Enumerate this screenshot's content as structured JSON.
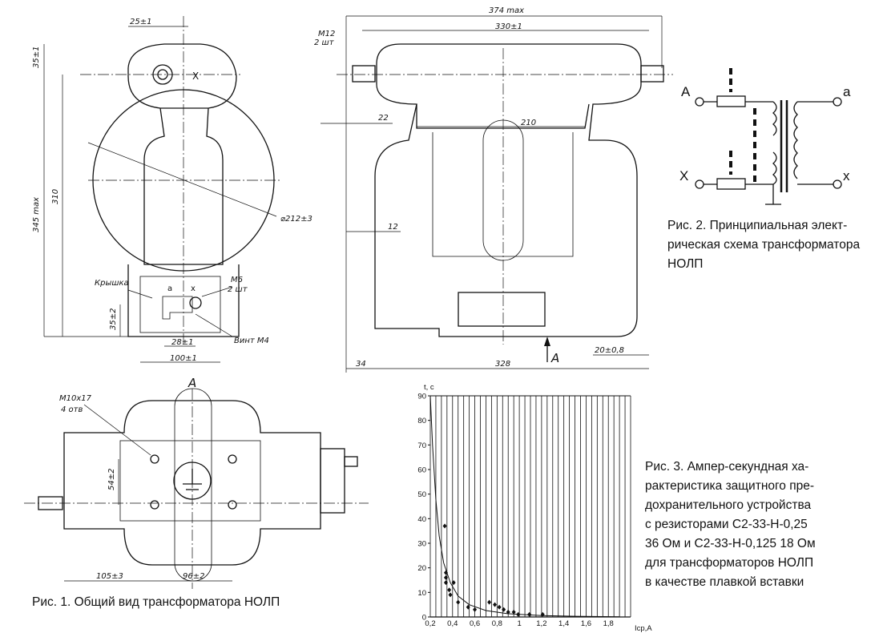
{
  "fig1": {
    "caption": "Рис. 1. Общий вид трансформатора НОЛП",
    "dims": {
      "top_width": "25±1",
      "top_offset": "35±1",
      "height_max": "345 max",
      "height": "310",
      "diameter": "⌀212±3",
      "cover_label": "Крышка",
      "screw_label": "М6",
      "screw_count": "2 шт",
      "terminal_a": "a",
      "terminal_x": "x",
      "terminal_X": "X",
      "lower_offset": "35±2",
      "terminal_spacing": "28±1",
      "base_width": "100±1",
      "screw_m4": "Винт М4"
    }
  },
  "fig_side": {
    "length_max": "374 max",
    "length": "330±1",
    "bolt": "М12",
    "bolt_count": "2 шт",
    "d22": "22",
    "d210": "210",
    "d12": "12",
    "d34": "34",
    "d328": "328",
    "d20": "20±0,8",
    "view_arrow": "A"
  },
  "fig_bottom": {
    "view_label": "A",
    "holes": "М10х17",
    "holes_sub": "4 отв",
    "d54": "54±2",
    "d105": "105±3",
    "d96": "96±2"
  },
  "fig2": {
    "caption_lines": [
      "Рис. 2. Принципиальная элект-",
      "рическая схема трансформатора",
      "НОЛП"
    ],
    "terminals": {
      "A": "A",
      "X": "X",
      "a": "a",
      "x": "x"
    }
  },
  "fig3": {
    "caption_lines": [
      "Рис. 3. Ампер-секундная ха-",
      "рактеристика защитного пре-",
      "дохранительного устройства",
      "с резисторами С2-33-Н-0,25",
      "36 Ом и С2-33-Н-0,125 18 Ом",
      "для трансформаторов НОЛП",
      "в качестве плавкой вставки"
    ]
  },
  "chart_data": {
    "type": "scatter",
    "ylabel": "t, c",
    "xlabel": "Iср,А",
    "xlim": [
      0.2,
      2.0
    ],
    "ylim": [
      0,
      90
    ],
    "x_ticks": [
      "0,2",
      "0,4",
      "0,6",
      "0,8",
      "1",
      "1,2",
      "1,4",
      "1,6",
      "1,8"
    ],
    "y_ticks": [
      "0",
      "10",
      "20",
      "30",
      "40",
      "50",
      "60",
      "70",
      "80",
      "90"
    ],
    "grid": true,
    "series": [
      {
        "points": [
          [
            0.33,
            37
          ],
          [
            0.34,
            16
          ],
          [
            0.34,
            18
          ],
          [
            0.34,
            14
          ],
          [
            0.37,
            11
          ],
          [
            0.38,
            9
          ],
          [
            0.41,
            14
          ],
          [
            0.45,
            6
          ],
          [
            0.54,
            4
          ],
          [
            0.6,
            3
          ],
          [
            0.73,
            6
          ],
          [
            0.78,
            5
          ],
          [
            0.82,
            4
          ],
          [
            0.86,
            3
          ],
          [
            0.9,
            2
          ],
          [
            0.95,
            2
          ],
          [
            0.99,
            1
          ],
          [
            1.09,
            1
          ],
          [
            1.21,
            1
          ]
        ]
      },
      {
        "curve": [
          [
            0.2,
            90
          ],
          [
            0.22,
            70
          ],
          [
            0.25,
            48
          ],
          [
            0.28,
            33
          ],
          [
            0.32,
            22
          ],
          [
            0.38,
            14
          ],
          [
            0.45,
            8.5
          ],
          [
            0.55,
            5
          ],
          [
            0.7,
            2.6
          ],
          [
            0.9,
            1.3
          ],
          [
            1.2,
            0.6
          ],
          [
            1.5,
            0.3
          ],
          [
            1.9,
            0.1
          ]
        ]
      }
    ]
  }
}
